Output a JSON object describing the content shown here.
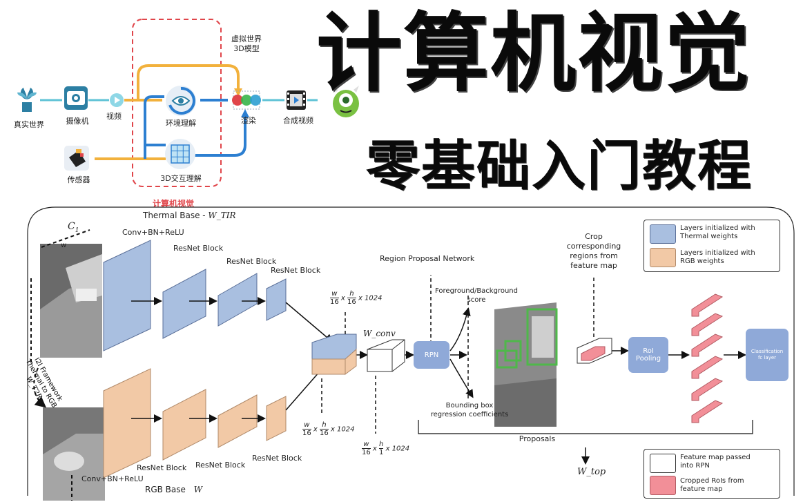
{
  "title": {
    "main": "计算机视觉",
    "sub": "零基础入门教程"
  },
  "top_diagram": {
    "real_world": "真实世界",
    "camera": "摄像机",
    "video": "视频",
    "sensor": "传感器",
    "env_understanding": "环境理解",
    "interaction_3d": "3D交互理解",
    "virtual_world": "虚拟世界",
    "model_3d": "3D模型",
    "render": "渲染",
    "composite_video": "合成视频",
    "cv_label": "计算机视觉"
  },
  "network": {
    "thermal_base": "Thermal Base - ",
    "thermal_base_math": "W_TIR",
    "rgb_base": "RGB Base",
    "rgb_base_math": "W",
    "c1": "C",
    "c1_sub": "1",
    "w_label": "w",
    "conv_top": "Conv+BN+ReLU",
    "conv_bottom": "Conv+BN+ReLU",
    "resnet_block": "ResNet Block",
    "i2i_line1": "I2I Framework",
    "i2i_line2": "Thermal to RGB",
    "i2i_line3": "W_T2R",
    "dim_w16": "w",
    "dim_16": "16",
    "dim_h16": "h",
    "dim_1024": "x 1024",
    "dim_times": "x",
    "dim_1": "1",
    "w_conv": "W_conv",
    "rpn_title": "Region Proposal Network",
    "rpn": "RPN",
    "fg_score_1": "Foreground/Background",
    "fg_score_2": "score",
    "bbox_1": "Bounding box",
    "bbox_2": "regression coefficients",
    "proposals": "Proposals",
    "crop_1": "Crop",
    "crop_2": "corresponding",
    "crop_3": "regions from",
    "crop_4": "feature map",
    "roi_pooling_1": "RoI",
    "roi_pooling_2": "Pooling",
    "classification_1": "Classification",
    "classification_2": "fc layer",
    "w_top": "W_top"
  },
  "legend": {
    "thermal_1": "Layers initialized with",
    "thermal_2": "Thermal weights",
    "rgb_1": "Layers initialized with",
    "rgb_2": "RGB weights",
    "fmap_1": "Feature map passed",
    "fmap_2": "into RPN",
    "rois_1": "Cropped RoIs from",
    "rois_2": "feature map"
  },
  "colors": {
    "thermal_blue": "#a9bfe0",
    "rgb_peach": "#f2c9a6",
    "roi_pink": "#f28f98",
    "rpn_blue": "#8fa9d8",
    "arrow_orange": "#f2b13c",
    "arrow_blue": "#2c7fd1",
    "dash_red": "#e0454a"
  },
  "icons": [
    "plant-icon",
    "camera-icon",
    "play-icon",
    "sensor-chip-icon",
    "eye-target-icon",
    "grid-cube-icon",
    "rgb-circles-icon",
    "film-icon",
    "monster-icon"
  ]
}
